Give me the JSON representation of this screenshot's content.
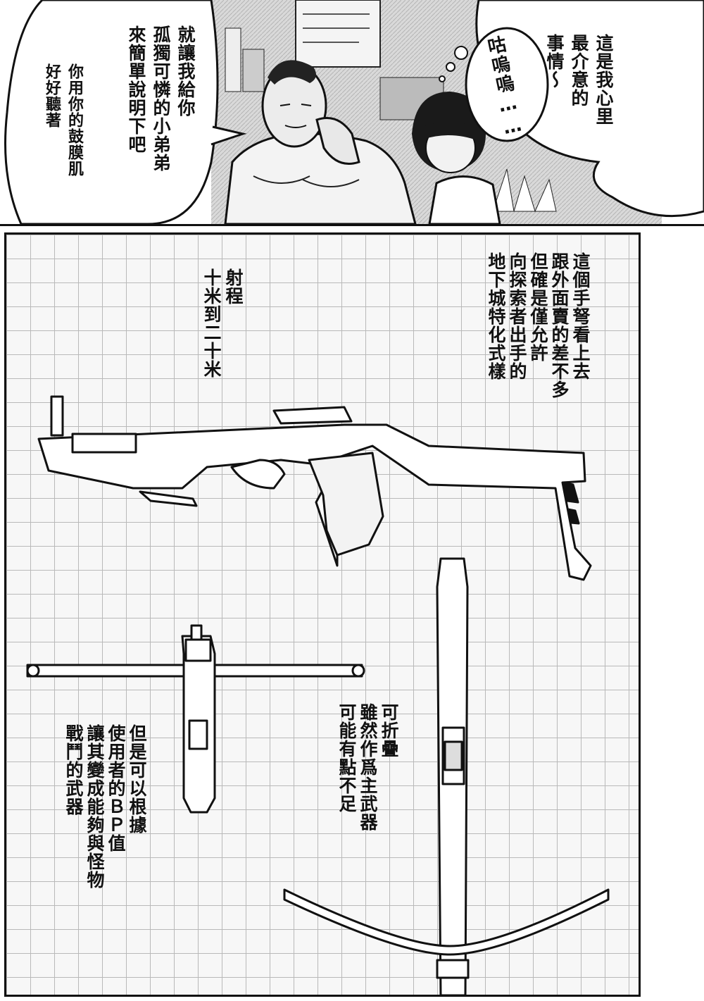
{
  "top_panel": {
    "speech_left": {
      "col1": "就讓我給你",
      "col2": "孤獨可憐的小弟弟",
      "col3": "來簡單說明下吧"
    },
    "speech_left_small": {
      "col1": "你用你的鼓膜肌",
      "col2": "好好聽著"
    },
    "speech_right": {
      "col1": "這是我心里",
      "col2": "最介意的",
      "col3": "事情〜"
    },
    "thought_sfx": "咕嗚嗚……"
  },
  "grid_panel": {
    "desc": {
      "col1": "這個手弩看上去",
      "col2": "跟外面賣的差不多",
      "col3": "但確是僅允許",
      "col4": "向探索者出手的",
      "col5": "地下城特化式樣"
    },
    "range": {
      "col1": "射程",
      "col2": "十米到二十米"
    },
    "fold": {
      "col1": "可折疊",
      "col2": "雖然作爲主武器",
      "col3": "可能有點不足"
    },
    "bp": {
      "col1": "但是可以根據",
      "col2": "使用者的ＢＰ值",
      "col3": "讓其變成能夠與怪物",
      "col4": "戰鬥的武器"
    }
  }
}
